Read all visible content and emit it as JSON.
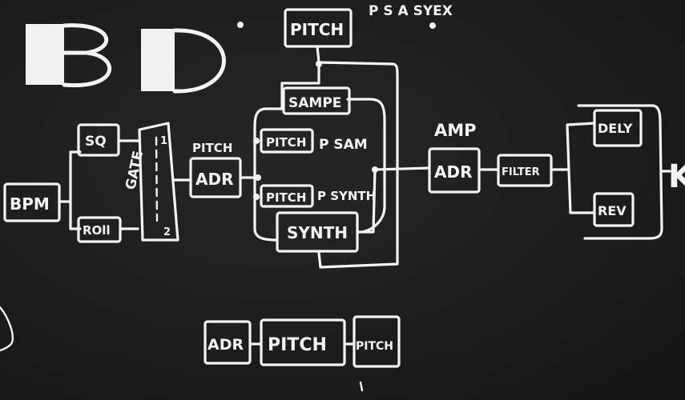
{
  "title": "BD",
  "header_note": "P S A SYEX",
  "blocks": {
    "bpm": "BPM",
    "sq": "SQ",
    "roll": "ROll",
    "gate": "GATE",
    "gate_out_1": "1",
    "gate_out_2": "2",
    "pitch_env_label": "PITCH",
    "pitch_adr": "ADR",
    "pitch_top": "PITCH",
    "sample": "SAMPE",
    "pitch_a": "PITCH",
    "psam": "P SAM",
    "pitch_b": "PITCH",
    "psynth": "P SYNTH",
    "synth": "SYNTH",
    "amp_label": "AMP",
    "amp_adr": "ADR",
    "filter": "FILTER",
    "delay": "DELY",
    "reverb": "REV",
    "output": "K"
  },
  "bottom_chain": {
    "adr": "ADR",
    "pitch_1": "PITCH",
    "pitch_2": "PITCH"
  }
}
